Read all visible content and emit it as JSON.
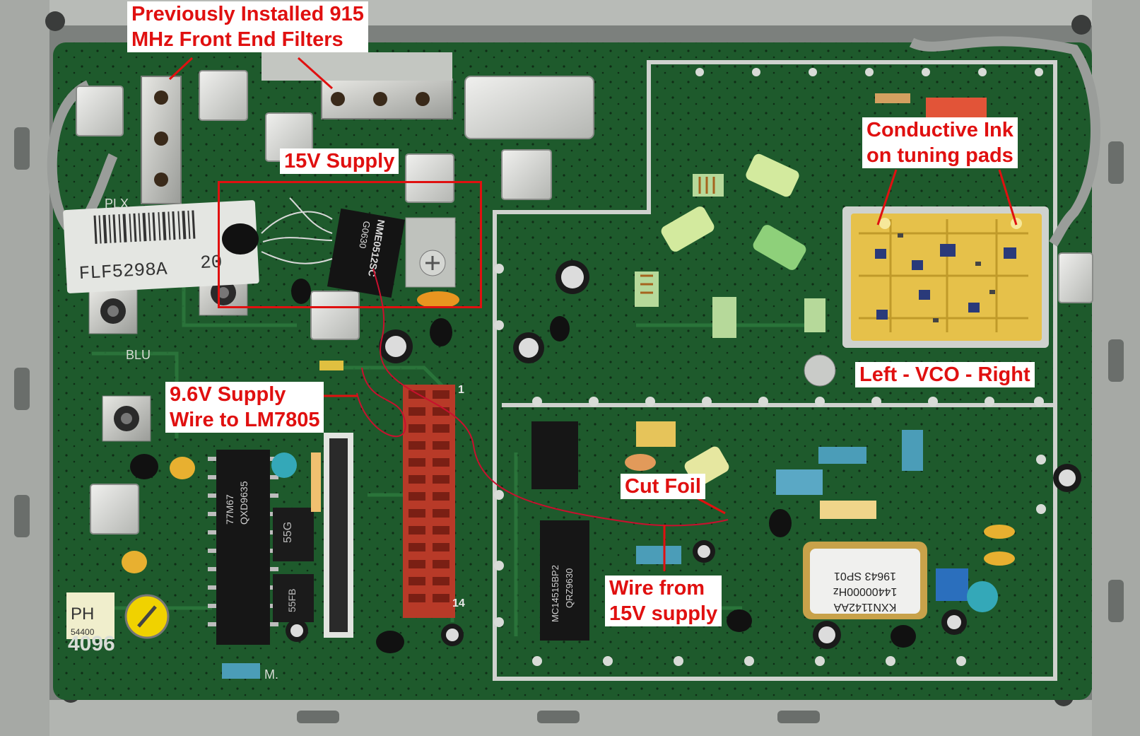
{
  "annotations": {
    "front_end_filters": {
      "line1": "Previously Installed 915",
      "line2": "MHz Front End Filters"
    },
    "supply_15v": "15V Supply",
    "conductive_ink": {
      "line1": "Conductive Ink",
      "line2": "on tuning pads"
    },
    "vco": "Left - VCO - Right",
    "supply_9_6v": {
      "line1": "9.6V Supply",
      "line2": "Wire to LM7805"
    },
    "cut_foil": "Cut Foil",
    "wire_from_15v": {
      "line1": "Wire from",
      "line2": "15V supply"
    }
  },
  "board_markings": {
    "label_sticker": "FLF5298A",
    "label_sticker_suffix": "20",
    "tx_ic": "NME0512SC",
    "tx_ic_code": "G0630",
    "ic_left": "77M67",
    "ic_left_code": "QXD9635",
    "ic_mid": "MC14515BP2",
    "ic_mid_code": "QRZ9630",
    "crystal_line1": "KXN1142AA",
    "crystal_line2": "14400000Hz",
    "crystal_line3": "19643 SP01",
    "sticker_ph": "PH",
    "sticker_ph_num": "54400",
    "silk_blu": "BLU",
    "silk_plx": "PLX",
    "silk_4096": "4096",
    "pin_1": "1",
    "pin_14": "14",
    "silk_m": "M.",
    "silk_55g": "55G",
    "silk_55fb": "55FB"
  },
  "colors": {
    "pcb": "#1e5a2c",
    "annotation_red": "#e01010",
    "callout_bg": "#ffffff",
    "vco_gold": "#e8c24a",
    "metal": "#c8c8c4"
  }
}
